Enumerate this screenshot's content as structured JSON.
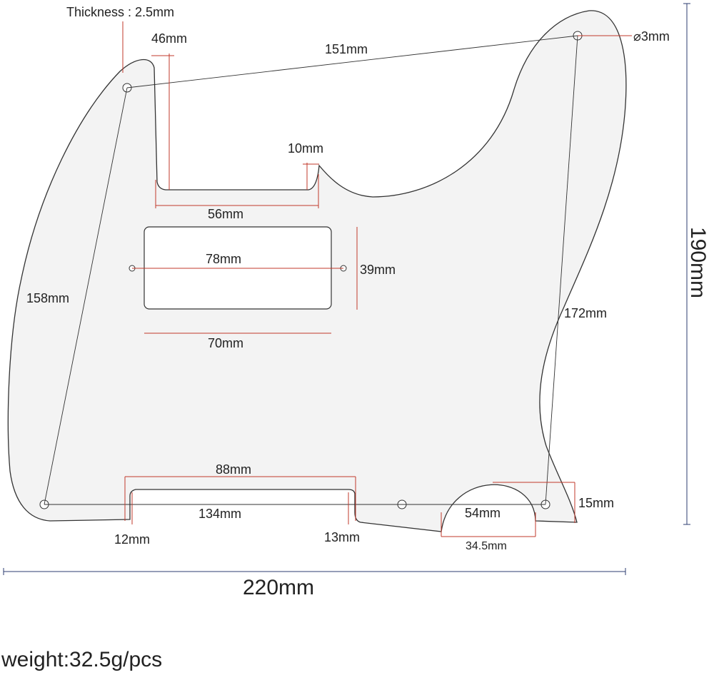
{
  "labels": {
    "thickness": "Thickness : 2.5mm",
    "pickup_w": "46mm",
    "top_span": "151mm",
    "hole_dia": "⌀3mm",
    "notch": "10mm",
    "neck_w": "56mm",
    "hole_span": "78mm",
    "cut_h": "39mm",
    "cut_w": "70mm",
    "height": "190mm",
    "left_span": "158mm",
    "right_span": "172mm",
    "slot_w": "88mm",
    "bottom_span": "134mm",
    "left_depth": "12mm",
    "mid_depth": "13mm",
    "arc_w": "54mm",
    "arc_h": "15mm",
    "arc_base": "34.5mm",
    "width": "220mm",
    "weight": "weight:32.5g/pcs"
  },
  "colors": {
    "plate": "#f3f3f3",
    "outline": "#333333",
    "dimension_red": "#c0392b",
    "dimension_blue": "#2c3e70"
  }
}
